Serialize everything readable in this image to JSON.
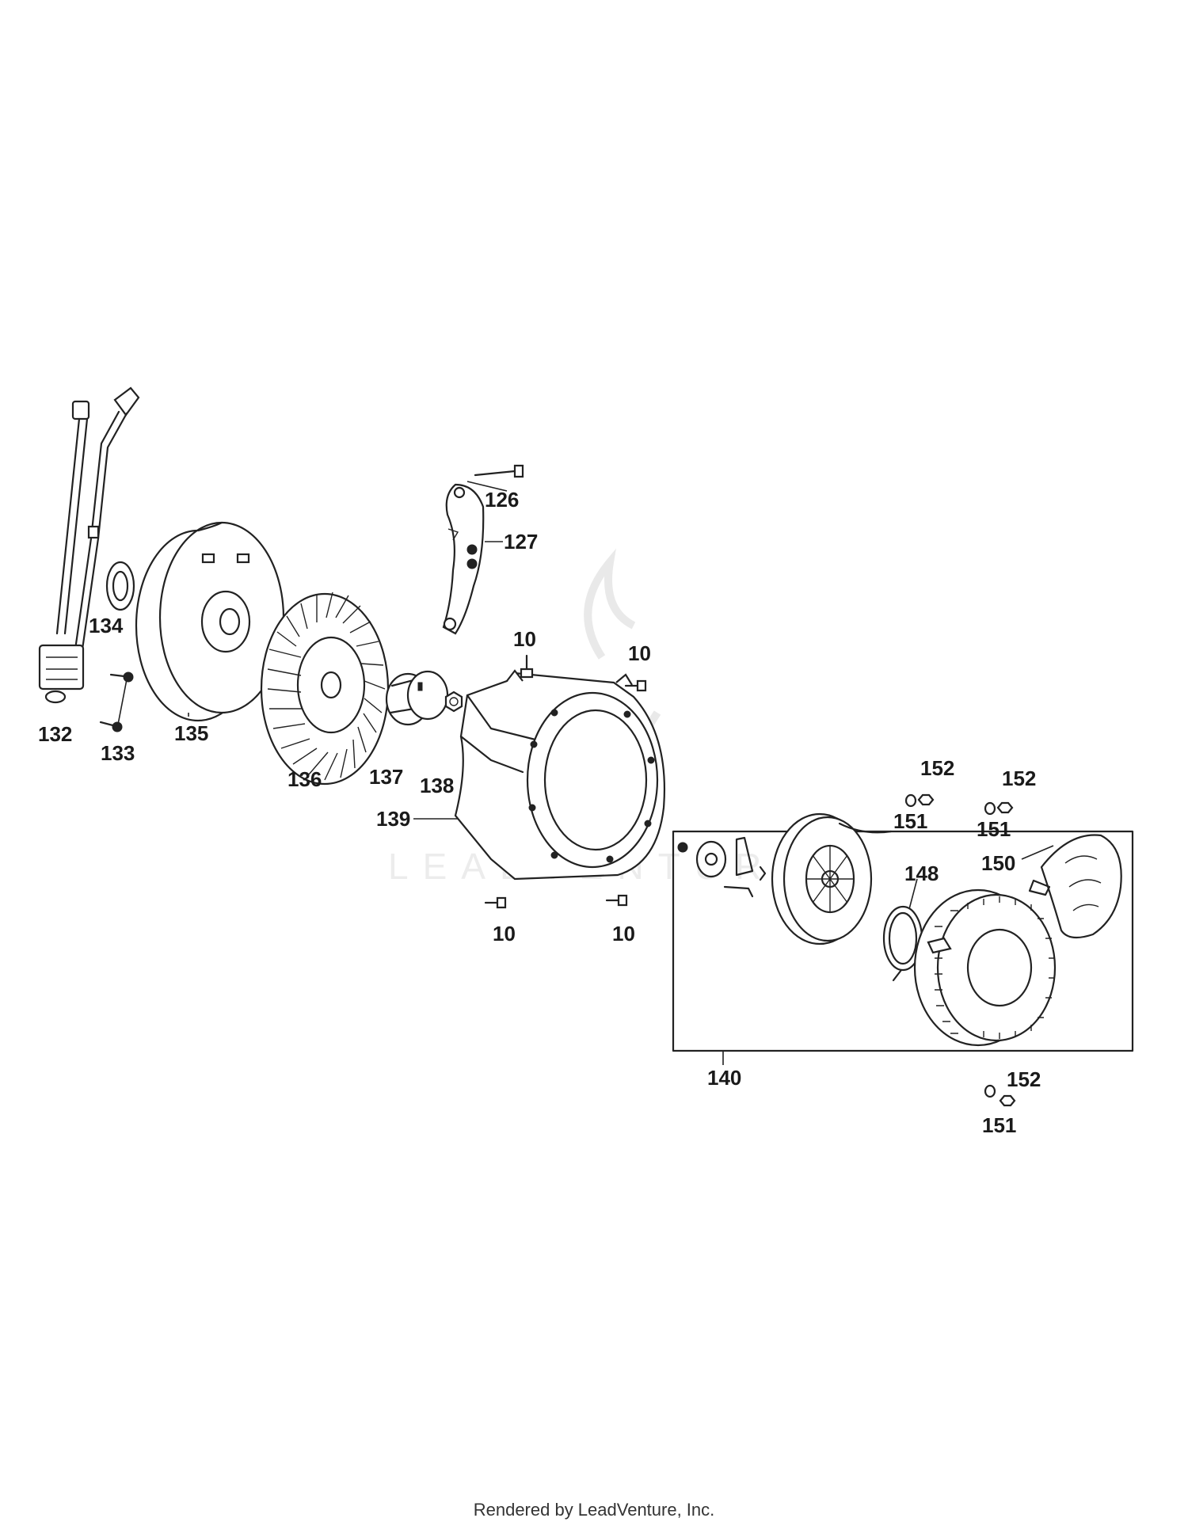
{
  "footer": "Rendered by LeadVenture, Inc.",
  "watermark": {
    "text": "LEADVENTURE"
  },
  "labels": {
    "l10a": "10",
    "l10b": "10",
    "l10c": "10",
    "l10d": "10",
    "l126": "126",
    "l127": "127",
    "l132": "132",
    "l133": "133",
    "l134": "134",
    "l135": "135",
    "l136": "136",
    "l137": "137",
    "l138": "138",
    "l139": "139",
    "l140": "140",
    "l148": "148",
    "l150": "150",
    "l151a": "151",
    "l151b": "151",
    "l151c": "151",
    "l152a": "152",
    "l152b": "152",
    "l152c": "152"
  },
  "colors": {
    "ink": "#222222",
    "watermark": "#e9e9e9"
  }
}
